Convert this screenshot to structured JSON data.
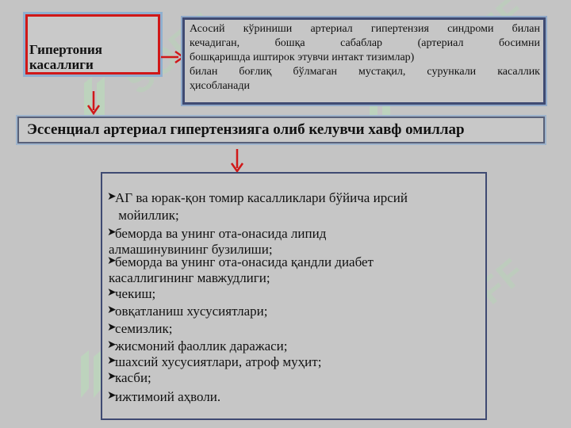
{
  "watermark": "SOFF",
  "title_box": {
    "line1": "Гипертония",
    "line2": "касаллиги"
  },
  "description": {
    "lines": [
      "Асосий кўриниши артериал гипертензия синдроми  билан",
      "кечадиган,  бошқа  сабаблар  (артериал  босимни",
      "бошқаришда иштирок этувчи интакт тизимлар)",
      "билан  боғлиқ  бўлмаган  мустақил,  сурункали  касаллик",
      "ҳисобланади"
    ]
  },
  "risk_header": "Эссенциал артериал гипертензияга олиб келувчи хавф омиллар",
  "risk_factors": [
    {
      "line1": "АГ ва юрак-қон томир касалликлари бўйича ирсий",
      "line2": " мойиллик;"
    },
    {
      "line1": "беморда ва унинг ота-онасида липид",
      "line2": "алмашинувининг бузилиши;"
    },
    {
      "line1": "беморда ва унинг ота-онасида қандли диабет",
      "line2": "касаллигининг мавжудлиги;"
    },
    {
      "line1": "чекиш;"
    },
    {
      "line1": "овқатланиш хусусиятлари;"
    },
    {
      "line1": "семизлик;"
    },
    {
      "line1": "жисмоний фаоллик даражаси;"
    },
    {
      "line1": "шахсий хусусиятлари, атроф муҳит;"
    },
    {
      "line1": "касби;"
    },
    {
      "line1": "ижтимоий аҳволи."
    }
  ],
  "colors": {
    "arrow": "#d01818",
    "title_border": "#d01818",
    "box_border": "#3f4a72"
  }
}
